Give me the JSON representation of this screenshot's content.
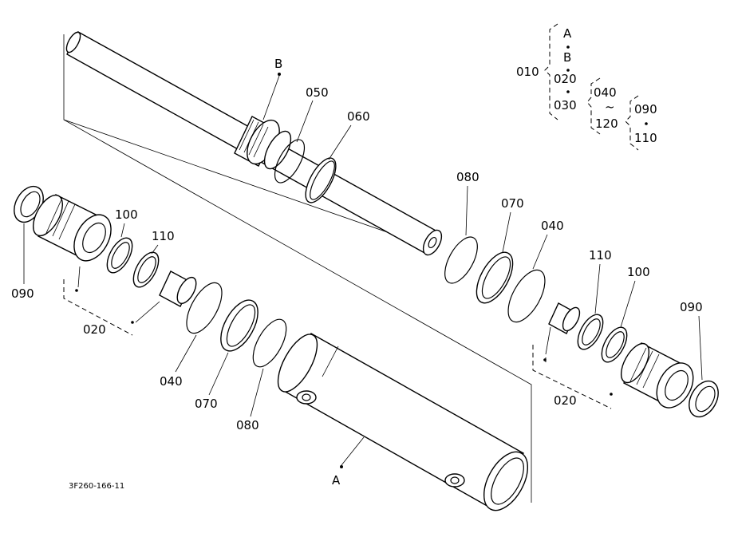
{
  "drawing_id": "3F260-166-11",
  "labels": {
    "A_top": "A",
    "B_legend": "B",
    "B_rod": "B",
    "A_tube": "A",
    "l010": "010",
    "l020_legend": "020",
    "l030": "030",
    "l040_legend": "040",
    "l_tilde": "~",
    "l120": "120",
    "l090_legend": "090",
    "l110_legend": "110",
    "l050": "050",
    "l060": "060",
    "l080_right": "080",
    "l070_right": "070",
    "l040_right": "040",
    "l110_right": "110",
    "l100_right": "100",
    "l090_right": "090",
    "l020_right": "020",
    "l100_left": "100",
    "l110_left": "110",
    "l090_left": "090",
    "l020_left": "020",
    "l040_left": "040",
    "l070_left": "070",
    "l080_left": "080"
  }
}
